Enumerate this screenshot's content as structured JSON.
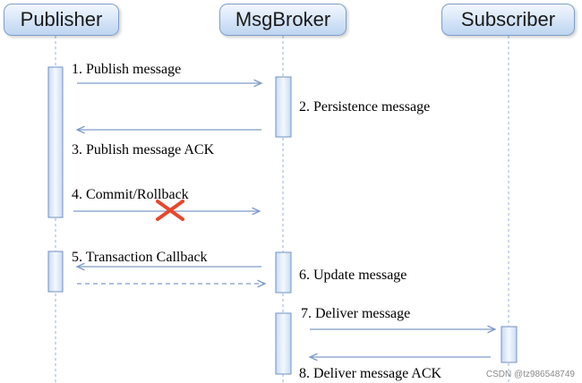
{
  "participants": {
    "publisher": "Publisher",
    "broker": "MsgBroker",
    "subscriber": "Subscriber"
  },
  "messages": {
    "m1": "1. Publish message",
    "m2": "2. Persistence message",
    "m3": "3. Publish message ACK",
    "m4": "4. Commit/Rollback",
    "m5": "5. Transaction Callback",
    "m6": "6. Update message",
    "m7": "7. Deliver  message",
    "m8": "8. Deliver  message ACK"
  },
  "watermark": "CSDN @tz986548749",
  "colors": {
    "arrow": "#7f9cc6",
    "lifeline": "#9ab3d6",
    "activation_border": "#6f93c4",
    "header_fill": "#dae8f8",
    "cross": "#e8472b"
  },
  "icons": {
    "failure_mark": "red-x-icon"
  }
}
